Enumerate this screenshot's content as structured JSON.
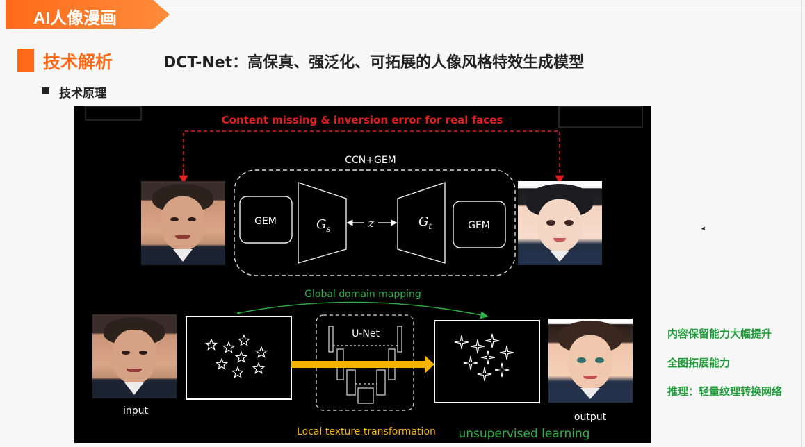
{
  "banner": {
    "title": "AI人像漫画"
  },
  "section": {
    "title": "技术解析",
    "headline": "DCT-Net：高保真、强泛化、可拓展的人像风格特效生成模型",
    "subtitle": "技术原理"
  },
  "diagram": {
    "top_caption": "Content missing & inversion error for real faces",
    "ccn_label": "CCN+GEM",
    "gem_left": "GEM",
    "gem_right": "GEM",
    "gs": "G",
    "gs_sub": "s",
    "z": "z",
    "gt": "G",
    "gt_sub": "t",
    "global_mapping": "Global domain mapping",
    "unet": "U-Net",
    "input": "input",
    "output": "output",
    "local_texture": "Local texture transformation",
    "unsupervised": "unsupervised learning",
    "colors": {
      "red": "#e02020",
      "green": "#2fb24a",
      "yellow": "#f5b400",
      "white": "#ffffff"
    }
  },
  "side_notes": [
    "内容保留能力大幅提升",
    "全图拓展能力",
    "推理：轻量纹理转换网络"
  ],
  "colors": {
    "accent": "#ff6a1a",
    "note_green": "#1f9d3a"
  }
}
